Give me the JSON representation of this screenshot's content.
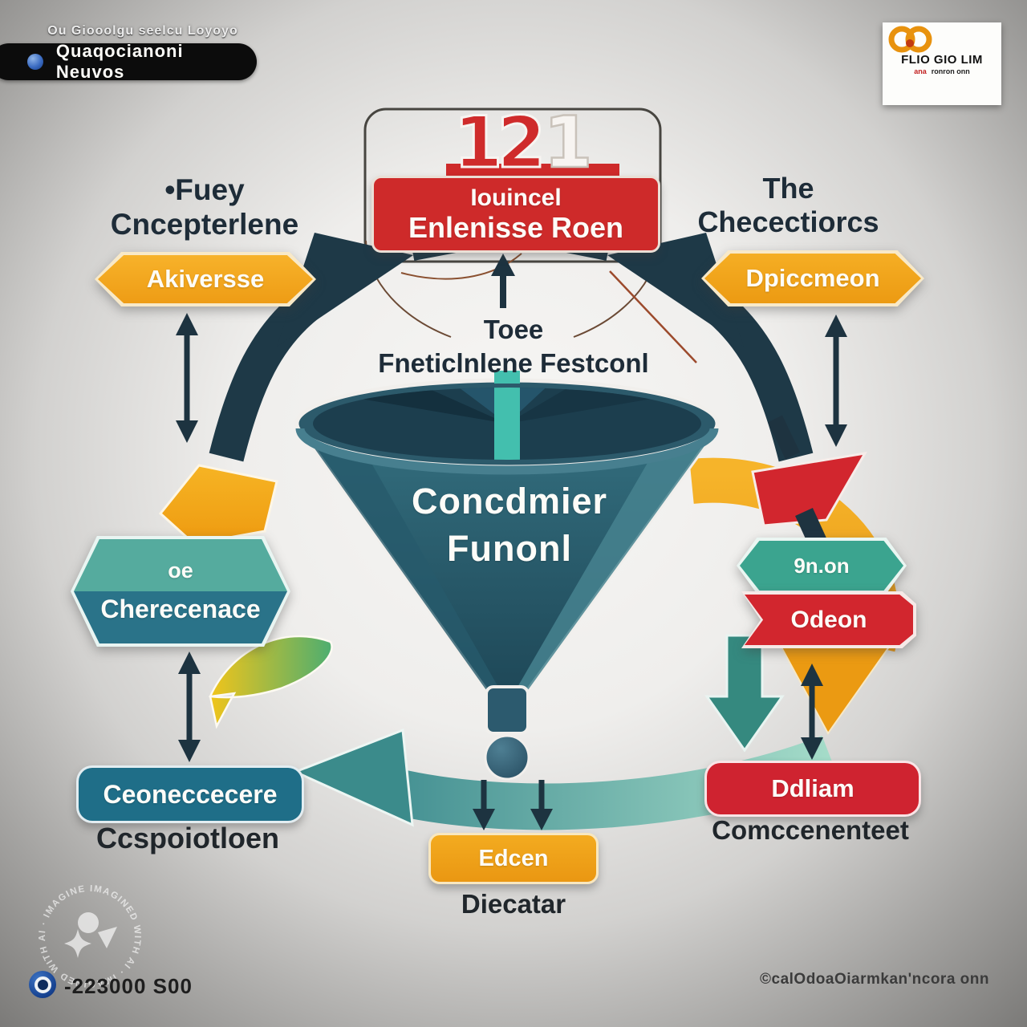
{
  "topbar": {
    "scribble": "Ou Giooolgu seelcu Loyoyo",
    "pill_label": "Quaqocianoni Neuvos",
    "pill_icon": "blue-gem-icon"
  },
  "logo": {
    "icon": "orange-knot-icon",
    "title": "FLIO GIO LIM",
    "sub_red": "ana",
    "sub_dark": "ronron onn"
  },
  "top_box": {
    "digits": [
      "1",
      "2",
      "1"
    ],
    "line1": "Iouincel",
    "line2": "Enlenisse Roen"
  },
  "center": {
    "subtitle1": "Toee",
    "subtitle2": "Fneticlnlene Festconl",
    "funnel_line1": "Concdmier",
    "funnel_line2": "Funonl"
  },
  "left": {
    "heading1": "•Fuey",
    "heading2": "Cncepterlene",
    "banner": "Akiversse",
    "hex_top": "oe",
    "hex_bottom": "Cherecenace",
    "box": "Ceoneccecere",
    "caption": "Ccspoiotloen"
  },
  "right": {
    "heading1": "The",
    "heading2": "Checectiorcs",
    "banner": "Dpiccmeon",
    "hex": "9n.on",
    "ribbon": "Odeon",
    "box": "Ddliam",
    "caption": "Comccenenteet"
  },
  "bottom": {
    "box": "Edcen",
    "caption": "Diecatar",
    "phone": "-223000 S00",
    "phone_icon": "blue-circle-lens-icon",
    "website": "©calOdoaOiarmkan'ncora onn"
  },
  "watermark": {
    "ring_text": "IMAGINED WITH AI · IMAGINED WITH AI · IMAGINED WITH AI · ",
    "icon": "ai-sparkle-icon"
  },
  "colors": {
    "red": "#ce2a2a",
    "orange": "#f0a01e",
    "teal_dark": "#1f6e88",
    "teal_light": "#55ab9e",
    "green_teal": "#3ba48f",
    "navy": "#1d3340",
    "funnel": "#2b5d70"
  }
}
